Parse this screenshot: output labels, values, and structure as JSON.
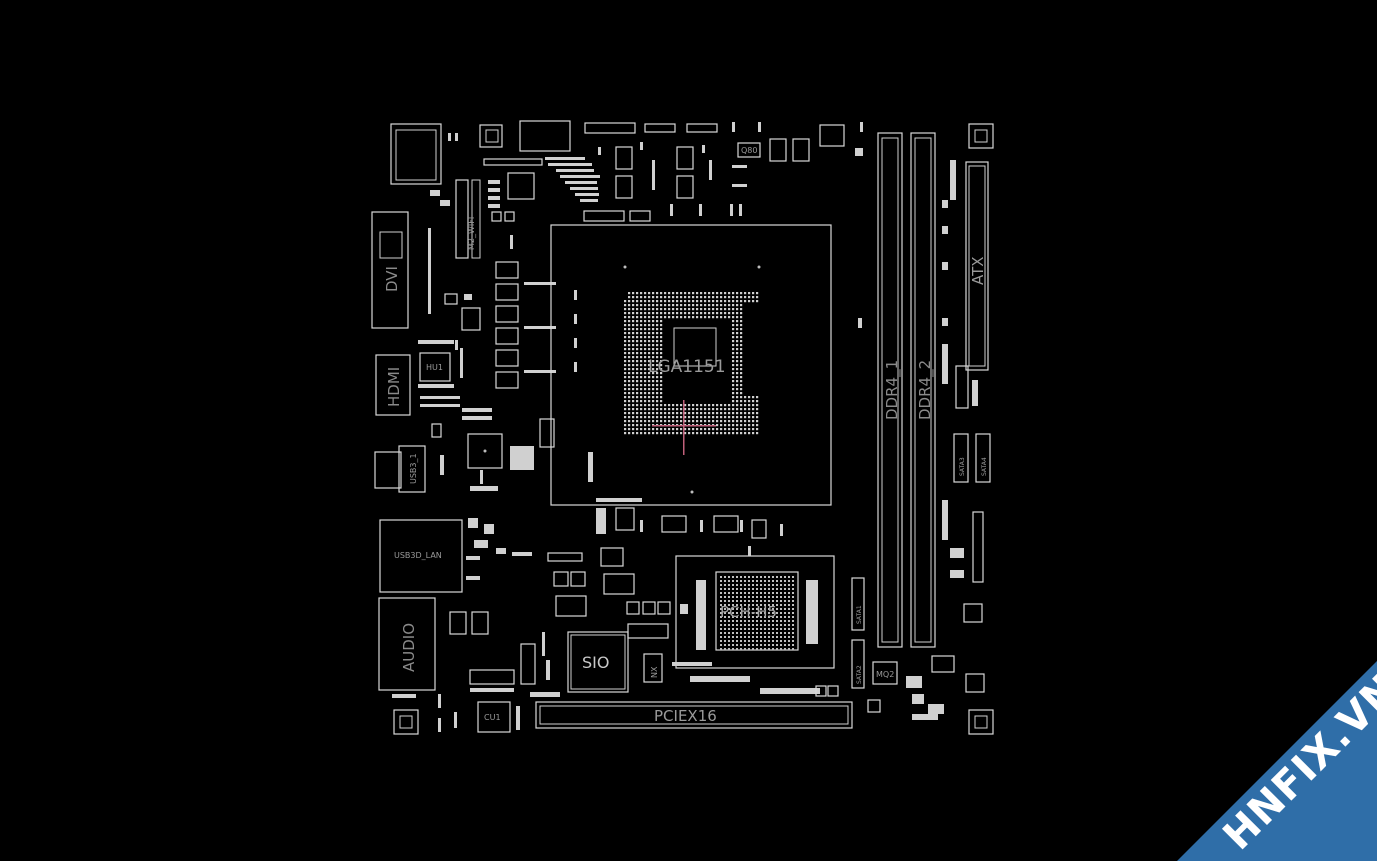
{
  "board": {
    "colors": {
      "background": "#000000",
      "outline": "#d8d8d8",
      "label": "#8a8a8a",
      "banner": "#2f6ea8",
      "cpu_marker": "#c0607a"
    },
    "labels": {
      "cpu_socket": "LGA1151",
      "pch": "PCH-H5",
      "sio": "SIO",
      "pcie_slot": "PCIEX16",
      "dimm_a": "DDR4_1",
      "dimm_b": "DDR4_2",
      "atx": "ATX",
      "dvi": "DVI",
      "hdmi": "HDMI",
      "usb_port": "USB3_1",
      "usb_lan": "USB3D_LAN",
      "audio": "AUDIO",
      "m2_wifi": "M2_WIFI",
      "cu1": "CU1",
      "mq2": "MQ2",
      "hu1": "HU1",
      "sata1": "SATA1",
      "sata2": "SATA2",
      "sata3": "SATA3",
      "sata4": "SATA4",
      "hdmi_sw": "HU1",
      "q80": "Q80"
    },
    "watermark": {
      "text_main": "HNFIX",
      "text_suffix": ".VN"
    }
  }
}
